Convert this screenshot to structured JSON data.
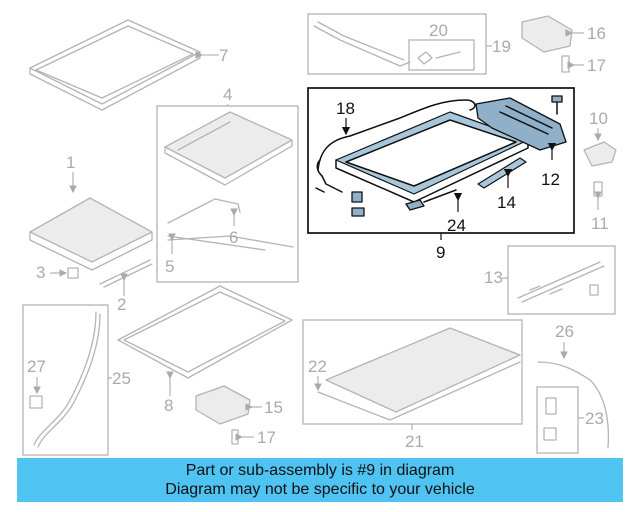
{
  "callouts": {
    "c1": "1",
    "c2": "2",
    "c3": "3",
    "c4": "4",
    "c5": "5",
    "c6": "6",
    "c7": "7",
    "c8": "8",
    "c9": "9",
    "c10": "10",
    "c11": "11",
    "c12": "12",
    "c13": "13",
    "c14": "14",
    "c15": "15",
    "c16": "16",
    "c17a": "17",
    "c17b": "17",
    "c18": "18",
    "c19": "19",
    "c20": "20",
    "c21": "21",
    "c22": "22",
    "c23": "23",
    "c24": "24",
    "c25": "25",
    "c26": "26",
    "c27": "27"
  },
  "highlighted_part": "9",
  "colors": {
    "banner": "#4fc3f2",
    "highlight_box": "#000000",
    "muted_parts": "#b4b4b4"
  },
  "footer": {
    "line1": "Part or sub-assembly is #9 in diagram",
    "line2": "Diagram may not be specific to your vehicle"
  }
}
